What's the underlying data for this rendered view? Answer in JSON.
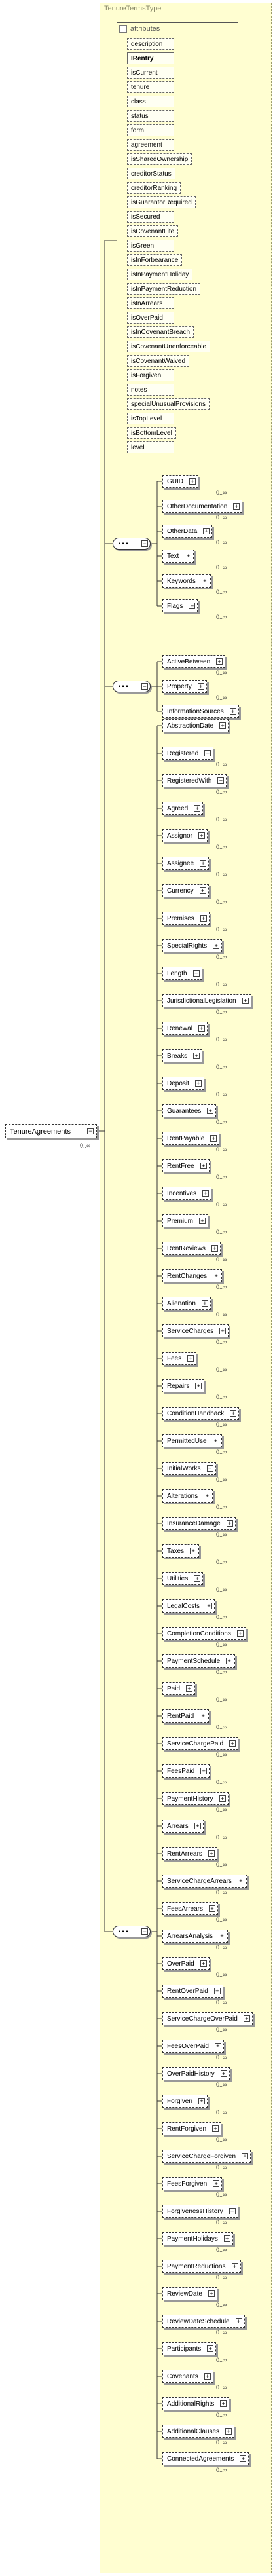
{
  "root": {
    "name": "TenureAgreements",
    "cardinality": "0..∞"
  },
  "type_name": "TenureTermsType",
  "attributes_header": "attributes",
  "attributes": [
    {
      "name": "description"
    },
    {
      "name": "IRentry",
      "bold": true
    },
    {
      "name": "isCurrent"
    },
    {
      "name": "tenure"
    },
    {
      "name": "class"
    },
    {
      "name": "status"
    },
    {
      "name": "form"
    },
    {
      "name": "agreement"
    },
    {
      "name": "isSharedOwnership"
    },
    {
      "name": "creditorStatus"
    },
    {
      "name": "creditorRanking"
    },
    {
      "name": "isGuarantorRequired"
    },
    {
      "name": "isSecured"
    },
    {
      "name": "isCovenantLite"
    },
    {
      "name": "isGreen"
    },
    {
      "name": "isInForbearance"
    },
    {
      "name": "isInPaymentHoliday"
    },
    {
      "name": "isInPaymentReduction"
    },
    {
      "name": "isInArrears"
    },
    {
      "name": "isOverPaid"
    },
    {
      "name": "isInCovenantBreach"
    },
    {
      "name": "isCovenantUnenforceable"
    },
    {
      "name": "isCovenantWaived"
    },
    {
      "name": "isForgiven"
    },
    {
      "name": "notes"
    },
    {
      "name": "specialUnusualProvisions"
    },
    {
      "name": "isTopLevel"
    },
    {
      "name": "isBottomLevel"
    },
    {
      "name": "level"
    }
  ],
  "sequence_symbol": "▪▪▪",
  "groups": [
    {
      "elements": [
        {
          "name": "GUID",
          "card": "0..∞"
        },
        {
          "name": "OtherDocumentation",
          "card": "0..∞"
        },
        {
          "name": "OtherData",
          "card": "0..∞"
        },
        {
          "name": "Text",
          "card": "0..∞"
        },
        {
          "name": "Keywords",
          "card": "0..∞"
        },
        {
          "name": "Flags",
          "card": "0..∞"
        }
      ]
    },
    {
      "elements": [
        {
          "name": "ActiveBetween",
          "card": "0..∞"
        },
        {
          "name": "Property",
          "card": "0..∞"
        },
        {
          "name": "InformationSources",
          "card": "0..∞"
        }
      ]
    },
    {
      "elements": [
        {
          "name": "AbstractionDate",
          "card": ""
        },
        {
          "name": "Registered",
          "card": "0..∞"
        },
        {
          "name": "RegisteredWith",
          "card": "0..∞"
        },
        {
          "name": "Agreed",
          "card": "0..∞"
        },
        {
          "name": "Assignor",
          "card": "0..∞"
        },
        {
          "name": "Assignee",
          "card": "0..∞"
        },
        {
          "name": "Currency",
          "card": "0..∞"
        },
        {
          "name": "Premises",
          "card": "0..∞"
        },
        {
          "name": "SpecialRights",
          "card": "0..∞"
        },
        {
          "name": "Length",
          "card": "0..∞"
        },
        {
          "name": "JurisdictionalLegislation",
          "card": "0..∞"
        },
        {
          "name": "Renewal",
          "card": "0..∞"
        },
        {
          "name": "Breaks",
          "card": "0..∞"
        },
        {
          "name": "Deposit",
          "card": "0..∞"
        },
        {
          "name": "Guarantees",
          "card": "0..∞"
        },
        {
          "name": "RentPayable",
          "card": "0..∞"
        },
        {
          "name": "RentFree",
          "card": "0..∞"
        },
        {
          "name": "Incentives",
          "card": "0..∞"
        },
        {
          "name": "Premium",
          "card": "0..∞"
        },
        {
          "name": "RentReviews",
          "card": "0..∞"
        },
        {
          "name": "RentChanges",
          "card": "0..∞"
        },
        {
          "name": "Alienation",
          "card": "0..∞"
        },
        {
          "name": "ServiceCharges",
          "card": "0..∞"
        },
        {
          "name": "Fees",
          "card": "0..∞"
        },
        {
          "name": "Repairs",
          "card": "0..∞"
        },
        {
          "name": "ConditionHandback",
          "card": "0..∞"
        },
        {
          "name": "PermittedUse",
          "card": "0..∞"
        },
        {
          "name": "InitialWorks",
          "card": "0..∞"
        },
        {
          "name": "Alterations",
          "card": "0..∞"
        },
        {
          "name": "InsuranceDamage",
          "card": "0..∞"
        },
        {
          "name": "Taxes",
          "card": "0..∞"
        },
        {
          "name": "Utilities",
          "card": "0..∞"
        },
        {
          "name": "LegalCosts",
          "card": "0..∞"
        },
        {
          "name": "CompletionConditions",
          "card": "0..∞"
        },
        {
          "name": "PaymentSchedule",
          "card": "0..∞"
        },
        {
          "name": "Paid",
          "card": "0..∞"
        },
        {
          "name": "RentPaid",
          "card": "0..∞"
        },
        {
          "name": "ServiceChargePaid",
          "card": "0..∞"
        },
        {
          "name": "FeesPaid",
          "card": "0..∞"
        },
        {
          "name": "PaymentHistory",
          "card": "0..∞"
        },
        {
          "name": "Arrears",
          "card": "0..∞"
        },
        {
          "name": "RentArrears",
          "card": "0..∞"
        },
        {
          "name": "ServiceChargeArrears",
          "card": "0..∞"
        },
        {
          "name": "FeesArrears",
          "card": "0..∞"
        },
        {
          "name": "ArrearsAnalysis",
          "card": "0..∞"
        },
        {
          "name": "OverPaid",
          "card": "0..∞"
        },
        {
          "name": "RentOverPaid",
          "card": "0..∞"
        },
        {
          "name": "ServiceChargeOverPaid",
          "card": "0..∞"
        },
        {
          "name": "FeesOverPaid",
          "card": "0..∞"
        },
        {
          "name": "OverPaidHistory",
          "card": "0..∞"
        },
        {
          "name": "Forgiven",
          "card": "0..∞"
        },
        {
          "name": "RentForgiven",
          "card": "0..∞"
        },
        {
          "name": "ServiceChargeForgiven",
          "card": "0..∞"
        },
        {
          "name": "FeesForgiven",
          "card": "0..∞"
        },
        {
          "name": "ForgivenessHistory",
          "card": "0..∞"
        },
        {
          "name": "PaymentHolidays",
          "card": "0..∞"
        },
        {
          "name": "PaymentReductions",
          "card": "0..∞"
        },
        {
          "name": "ReviewDate",
          "card": "0..∞"
        },
        {
          "name": "ReviewDateSchedule",
          "card": "0..∞"
        },
        {
          "name": "Participants",
          "card": "0..∞"
        },
        {
          "name": "Covenants",
          "card": "0..∞"
        },
        {
          "name": "AdditionalRights",
          "card": "0..∞"
        },
        {
          "name": "AdditionalClauses",
          "card": "0..∞"
        },
        {
          "name": "ConnectedAgreements",
          "card": "0..∞"
        }
      ]
    }
  ]
}
